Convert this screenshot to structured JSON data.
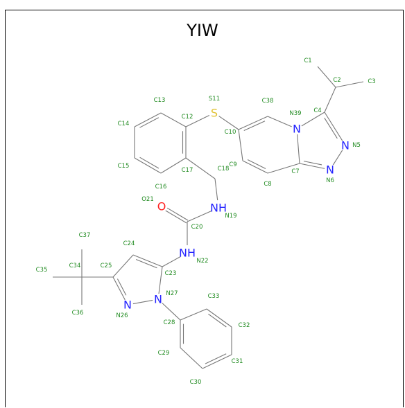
{
  "title": "YIW",
  "colors": {
    "bond": "#777777",
    "label": "#1f8a1f",
    "nitrogen": "#2323ff",
    "oxygen": "#ff1f1f",
    "sulfur": "#e0c030"
  },
  "elements": {
    "n_symbol": "N",
    "nh_symbol": "NH",
    "o_symbol": "O",
    "s_symbol": "S"
  },
  "atom_labels": {
    "C1": "C1",
    "C2": "C2",
    "C3": "C3",
    "C4": "C4",
    "N5": "N5",
    "N6": "N6",
    "C7": "C7",
    "C8": "C8",
    "C9": "C9",
    "C10": "C10",
    "S11": "S11",
    "C12": "C12",
    "C13": "C13",
    "C14": "C14",
    "C15": "C15",
    "C16": "C16",
    "C17": "C17",
    "C18": "C18",
    "N19": "N19",
    "C20": "C20",
    "O21": "O21",
    "N22": "N22",
    "C23": "C23",
    "C24": "C24",
    "C25": "C25",
    "N26": "N26",
    "N27": "N27",
    "C28": "C28",
    "C29": "C29",
    "C30": "C30",
    "C31": "C31",
    "C32": "C32",
    "C33": "C33",
    "C34": "C34",
    "C35": "C35",
    "C36": "C36",
    "C37": "C37",
    "C38": "C38",
    "N39": "N39"
  }
}
